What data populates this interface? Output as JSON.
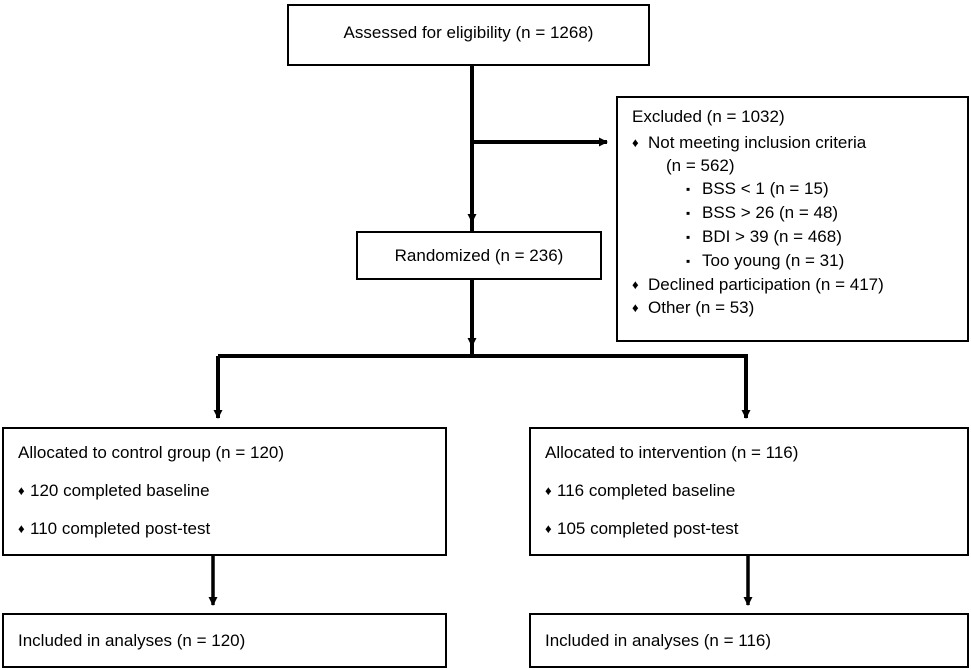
{
  "diagram": {
    "title": "CONSORT participant flow diagram",
    "line_color": "#000000",
    "box_border_color": "#000000",
    "background": "#ffffff"
  },
  "assessed": {
    "text": "Assessed for eligibility (n = 1268)"
  },
  "excluded": {
    "title": "Excluded (n = 1032)",
    "reason_1": "Not meeting inclusion criteria",
    "reason_1_count": "(n = 562)",
    "sub_reasons": [
      "BSS < 1 (n = 15)",
      "BSS > 26 (n = 48)",
      "BDI > 39 (n = 468)",
      "Too young (n = 31)"
    ],
    "reason_2": "Declined participation (n = 417)",
    "reason_3": "Other (n = 53)",
    "bullet_diamond": "♦",
    "bullet_square": "▪"
  },
  "randomized": {
    "text": "Randomized (n = 236)"
  },
  "allocation": {
    "control": {
      "title": "Allocated to control group (n = 120)",
      "items": [
        "120 completed baseline",
        "110 completed post-test"
      ]
    },
    "intervention": {
      "title": "Allocated to intervention (n = 116)",
      "items": [
        "116 completed baseline",
        "105 completed post-test"
      ]
    },
    "bullet_diamond": "♦"
  },
  "analysis": {
    "control": "Included in analyses (n = 120)",
    "intervention": "Included in analyses (n = 116)"
  },
  "chart_data": {
    "type": "diagram",
    "title": "CONSORT flow diagram",
    "nodes": [
      {
        "id": "assessed",
        "label": "Assessed for eligibility (n = 1268)",
        "n": 1268
      },
      {
        "id": "excluded",
        "label": "Excluded (n = 1032)",
        "n": 1032
      },
      {
        "id": "randomized",
        "label": "Randomized (n = 236)",
        "n": 236
      },
      {
        "id": "alloc-control",
        "label": "Allocated to control group (n = 120)",
        "n": 120
      },
      {
        "id": "alloc-intervention",
        "label": "Allocated to intervention (n = 116)",
        "n": 116
      },
      {
        "id": "included-control",
        "label": "Included in analyses (n = 120)",
        "n": 120
      },
      {
        "id": "included-intervention",
        "label": "Included in analyses (n = 116)",
        "n": 116
      }
    ],
    "edges": [
      {
        "from": "assessed",
        "to": "excluded"
      },
      {
        "from": "assessed",
        "to": "randomized"
      },
      {
        "from": "randomized",
        "to": "alloc-control"
      },
      {
        "from": "randomized",
        "to": "alloc-intervention"
      },
      {
        "from": "alloc-control",
        "to": "included-control"
      },
      {
        "from": "alloc-intervention",
        "to": "included-intervention"
      }
    ]
  }
}
